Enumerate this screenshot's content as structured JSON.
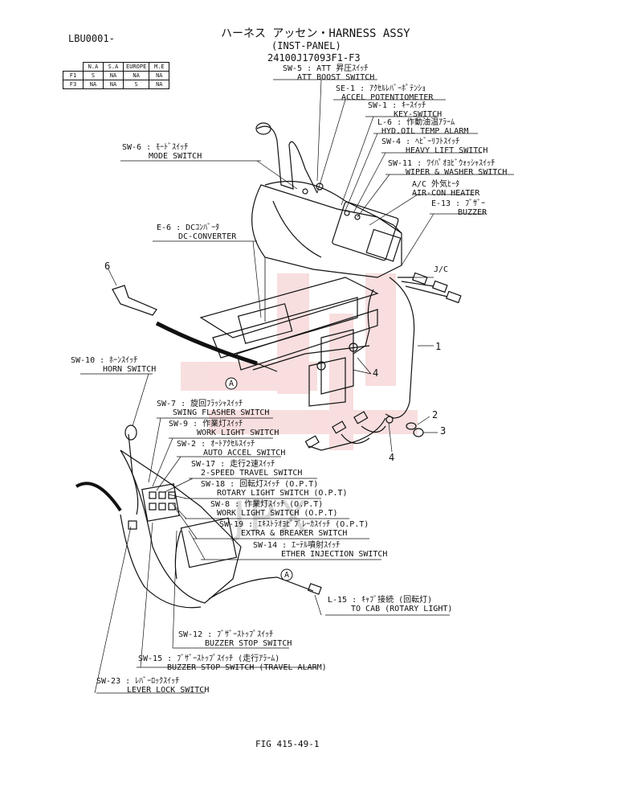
{
  "header": {
    "doc_code": "LBU0001-",
    "title": "ハーネス アッセン・HARNESS ASSY",
    "subtitle": "(INST-PANEL)",
    "part_no": "24100J17093F1-F3"
  },
  "market_table": {
    "columns": [
      "N.A",
      "S.A",
      "EUROPE",
      "M.E"
    ],
    "rows": [
      {
        "label": "F1",
        "cells": [
          "S",
          "NA",
          "NA",
          "NA"
        ]
      },
      {
        "label": "F3",
        "cells": [
          "NA",
          "NA",
          "S",
          "NA"
        ]
      }
    ]
  },
  "labels": {
    "sw5": {
      "code": "SW-5 : ATT 昇圧ｽｲｯﾁ",
      "name": "ATT BOOST SWITCH"
    },
    "se1": {
      "code": "SE-1 : ｱｸｾﾙﾚﾊﾞｰﾎﾟﾃﾝｼｮ",
      "name": "ACCEL POTENTIOMETER"
    },
    "sw1": {
      "code": "SW-1 : ｷｰｽｲｯﾁ",
      "name": "KEY-SWITCH"
    },
    "l6": {
      "code": "L-6 : 作動油温ｱﾗｰﾑ",
      "name": "HYD.OIL TEMP ALARM"
    },
    "sw4": {
      "code": "SW-4 : ﾍﾋﾞｰﾘﾌﾄｽｲｯﾁ",
      "name": "HEAVY LIFT SWITCH"
    },
    "sw11": {
      "code": "SW-11 : ﾜｲﾊﾟｵﾖﾋﾞｳｫｯｼｬｽｲｯﾁ",
      "name": "WIPER & WASHER SWITCH"
    },
    "ac": {
      "code": "A/C 外気ﾋｰﾀ",
      "name": "AIR-CON HEATER"
    },
    "e13": {
      "code": "E-13 : ﾌﾞｻﾞｰ",
      "name": "BUZZER"
    },
    "sw6": {
      "code": "SW-6 : ﾓｰﾄﾞｽｲｯﾁ",
      "name": "MODE SWITCH"
    },
    "e6": {
      "code": "E-6 : DCｺﾝﾊﾞｰﾀ",
      "name": "DC-CONVERTER"
    },
    "jc": "J/C",
    "sw10": {
      "code": "SW-10 : ﾎｰﾝｽｲｯﾁ",
      "name": "HORN SWITCH"
    },
    "sw7": {
      "code": "SW-7 : 旋回ﾌﾗｯｼｬｽｲｯﾁ",
      "name": "SWING FLASHER SWITCH"
    },
    "sw9": {
      "code": "SW-9 : 作業灯ｽｲｯﾁ",
      "name": "WORK LIGHT SWITCH"
    },
    "sw2": {
      "code": "SW-2 : ｵｰﾄｱｸｾﾙｽｲｯﾁ",
      "name": "AUTO ACCEL SWITCH"
    },
    "sw17": {
      "code": "SW-17 : 走行2速ｽｲｯﾁ",
      "name": "2-SPEED TRAVEL SWITCH"
    },
    "sw18": {
      "code": "SW-18 : 回転灯ｽｲｯﾁ (O.P.T)",
      "name": "ROTARY LIGHT SWITCH (O.P.T)"
    },
    "sw8": {
      "code": "SW-8 : 作業灯ｽｲｯﾁ (O.P.T)",
      "name": "WORK LIGHT SWITCH (O.P.T)"
    },
    "sw19": {
      "code": "SW-19 : ｴｷｽﾄﾗｵﾖﾋﾞﾌﾞﾚｰｶｽｲｯﾁ (O.P.T)",
      "name": "EXTRA & BREAKER SWITCH"
    },
    "sw14": {
      "code": "SW-14 : ｴｰﾃﾙ噴射ｽｲｯﾁ",
      "name": "ETHER INJECTION SWITCH"
    },
    "l15": {
      "code": "L-15 : ｷｬﾌﾞ接続 (回転灯)",
      "name": "TO CAB (ROTARY LIGHT)"
    },
    "sw12": {
      "code": "SW-12 : ﾌﾞｻﾞｰｽﾄｯﾌﾟｽｲｯﾁ",
      "name": "BUZZER STOP SWITCH"
    },
    "sw15": {
      "code": "SW-15 : ﾌﾞｻﾞｰｽﾄｯﾌﾟｽｲｯﾁ (走行ｱﾗｰﾑ)",
      "name": "BUZZER STOP SWITCH (TRAVEL ALARM)"
    },
    "sw23": {
      "code": "SW-23 : ﾚﾊﾞｰﾛｯｸｽｲｯﾁ",
      "name": "LEVER LOCK SWITCH"
    }
  },
  "callouts": {
    "n1": "1",
    "n2": "2",
    "n3": "3",
    "n4a": "4",
    "n4b": "4",
    "n6": "6",
    "a1": "A",
    "a2": "A"
  },
  "footer": {
    "fig": "FIG 415-49-1"
  },
  "watermark": "JPX"
}
